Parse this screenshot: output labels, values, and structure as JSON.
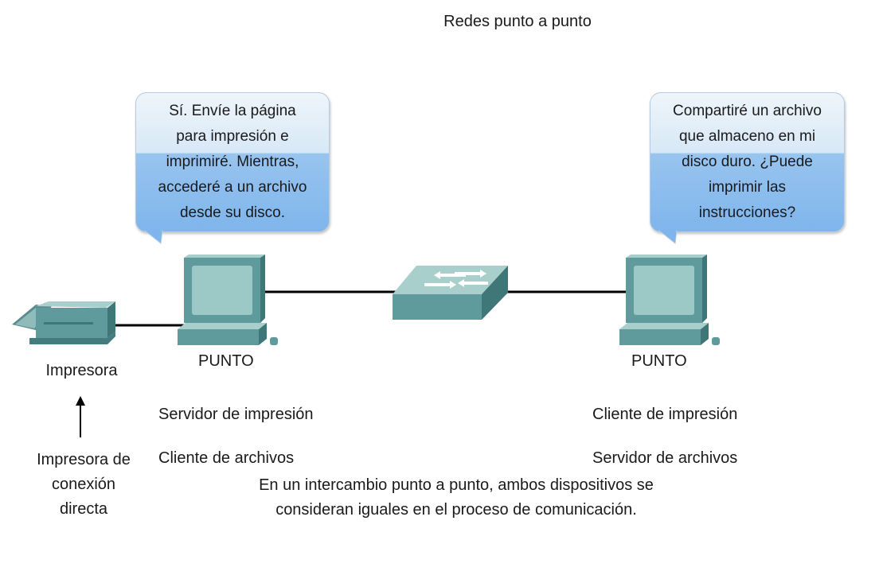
{
  "title": "Redes punto a punto",
  "bubbles": {
    "left": "Sí. Envíe la página\npara impresión e\nimprimiré. Mientras,\naccederé a un archivo\ndesde su disco.",
    "right": "Compartiré un archivo\nque almaceno en mi\ndisco duro. ¿Puede\nimprimir las\ninstrucciones?"
  },
  "nodes": {
    "printer_label": "Impresora",
    "left_peer": {
      "label": "PUNTO",
      "roles": [
        "Servidor de impresión",
        "Cliente de archivos"
      ]
    },
    "right_peer": {
      "label": "PUNTO",
      "roles": [
        "Cliente de impresión",
        "Servidor de archivos"
      ]
    }
  },
  "printer_note": "Impresora de\nconexión\ndirecta",
  "caption": "En un intercambio punto a punto, ambos dispositivos se\nconsideran iguales en el proceso de comunicación.",
  "colors": {
    "device_body": "#5f9b9c",
    "device_dark": "#3f7677",
    "screen": "#9cc8c6",
    "bubble_light": "#eef5fb",
    "bubble_blue": "#7fb5ec",
    "cable": "#000000"
  },
  "icons": [
    "printer-icon",
    "computer-icon",
    "switch-icon",
    "arrow-up-icon"
  ]
}
